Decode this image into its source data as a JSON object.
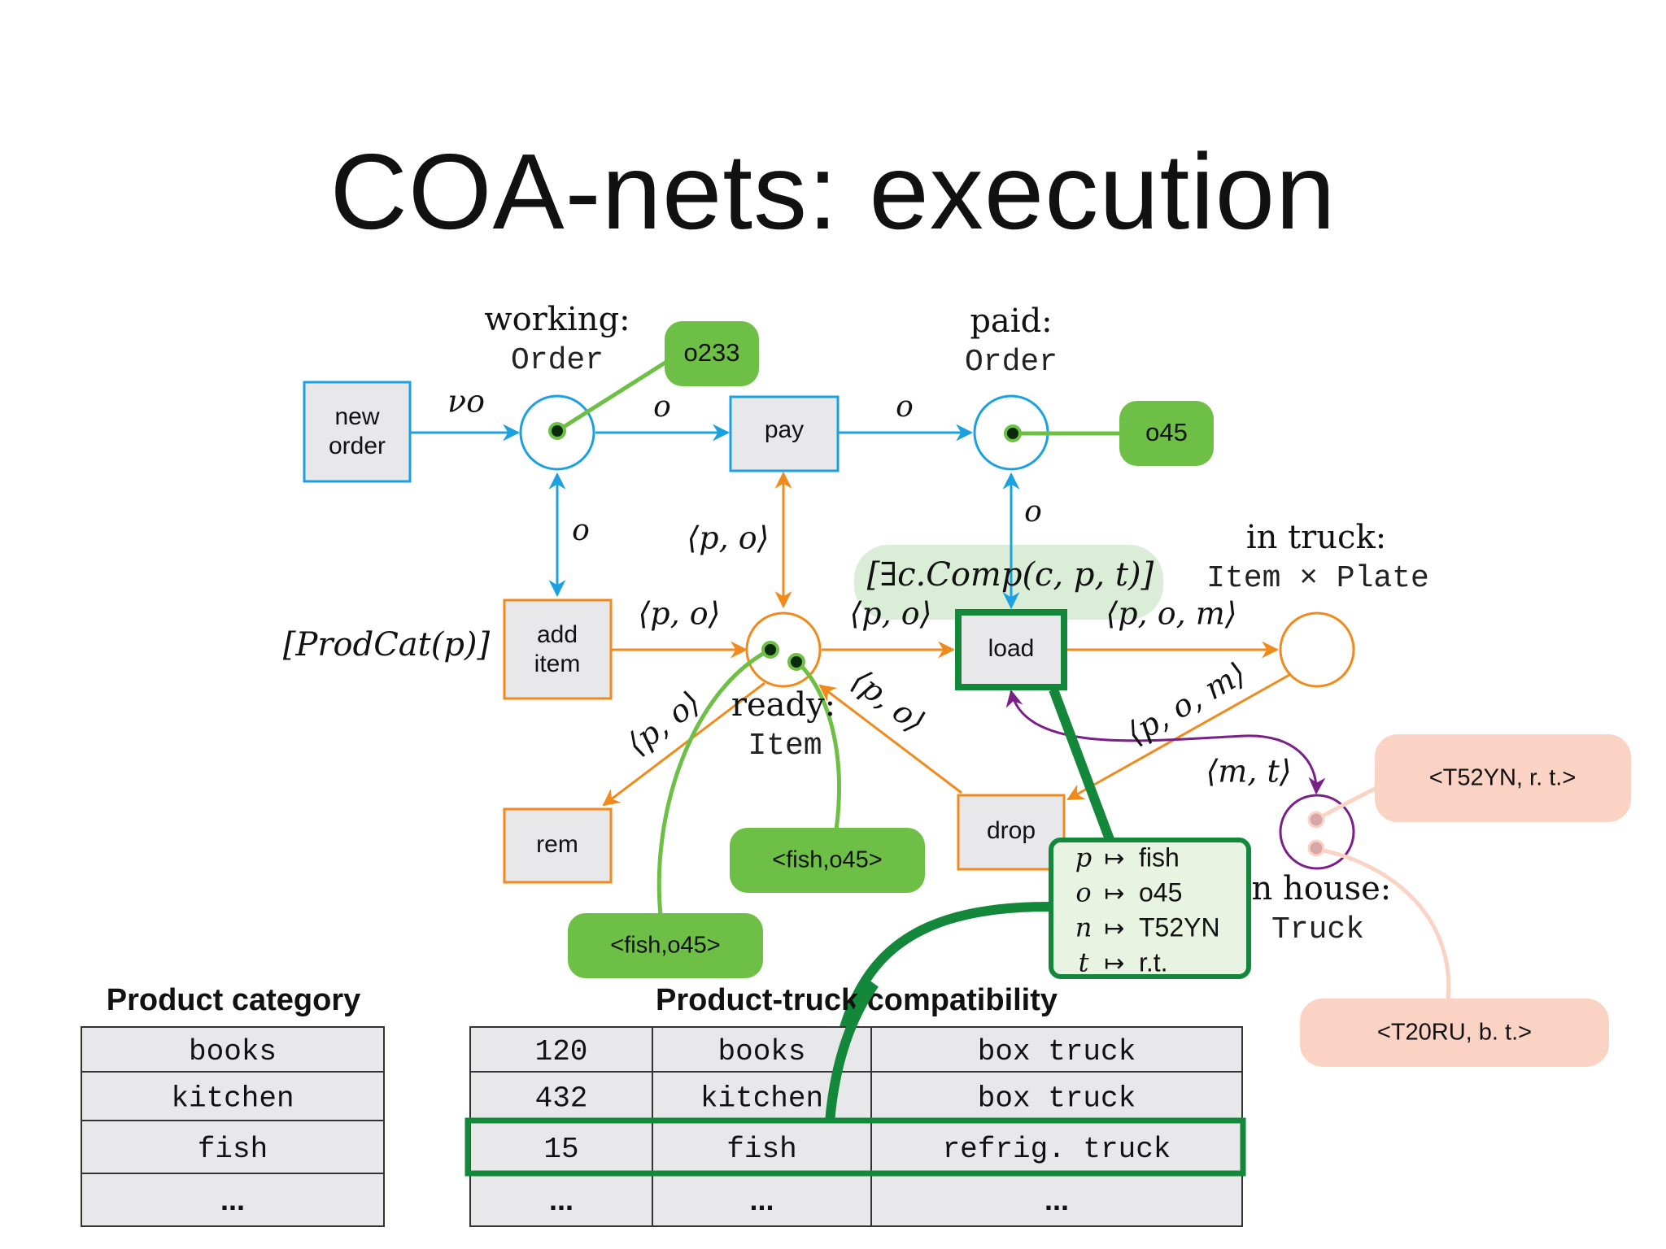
{
  "title": "COA-nets: execution",
  "colors": {
    "order_flow": "#1ba1e2",
    "item_flow": "#f08a1c",
    "truck_flow": "#7a1f8a",
    "token_green": "#6dbf45",
    "highlight_green": "#14883a",
    "truck_token": "#fbd3c5",
    "transition_fill": "#e8e8ea"
  },
  "places": {
    "working": {
      "name": "working:",
      "type": "Order"
    },
    "paid": {
      "name": "paid:",
      "type": "Order"
    },
    "ready": {
      "name": "ready:",
      "type": "Item"
    },
    "in_truck": {
      "name": "in truck:",
      "type": "Item × Plate"
    },
    "in_house": {
      "name": "in house:",
      "type": "Truck"
    }
  },
  "transitions": {
    "new_order": [
      "new",
      "order"
    ],
    "pay": "pay",
    "add_item": [
      "add",
      "item"
    ],
    "load": "load",
    "rem": "rem",
    "drop": "drop"
  },
  "arc_labels": {
    "nu_o": "νo",
    "o_working_pay": "o",
    "o_pay_paid": "o",
    "o_working_add": "o",
    "o_paid_load": "o",
    "po_pay": "⟨p, o⟩",
    "po_add_ready": "⟨p, o⟩",
    "po_ready_load": "⟨p, o⟩",
    "pom_load_truck": "⟨p, o, m⟩",
    "po_ready_rem": "⟨p, o⟩",
    "po_drop_ready": "⟨p, o⟩",
    "pom_truck_drop": "⟨p, o, m⟩",
    "mt": "⟨m, t⟩"
  },
  "guards": {
    "add_item": "[ProdCat(p)]",
    "load": "[∃c.Comp(c, p, t)]"
  },
  "tokens": {
    "working": "o233",
    "paid": "o45",
    "ready_1": "<fish,o45>",
    "ready_2": "<fish,o45>",
    "truck_1": "<T52YN, r. t.>",
    "truck_2": "<T20RU, b. t.>"
  },
  "binding": [
    {
      "var": "p",
      "arrow": "↦",
      "value": "fish"
    },
    {
      "var": "o",
      "arrow": "↦",
      "value": "o45"
    },
    {
      "var": "n",
      "arrow": "↦",
      "value": "T52YN"
    },
    {
      "var": "t",
      "arrow": "↦",
      "value": "r.t."
    }
  ],
  "product_category": {
    "title": "Product category",
    "rows": [
      "books",
      "kitchen",
      "fish",
      "..."
    ]
  },
  "compatibility": {
    "title": "Product-truck compatibility",
    "rows": [
      [
        "120",
        "books",
        "box truck"
      ],
      [
        "432",
        "kitchen",
        "box truck"
      ],
      [
        "15",
        "fish",
        "refrig. truck"
      ],
      [
        "...",
        "...",
        "..."
      ]
    ],
    "highlighted_row": 2
  }
}
